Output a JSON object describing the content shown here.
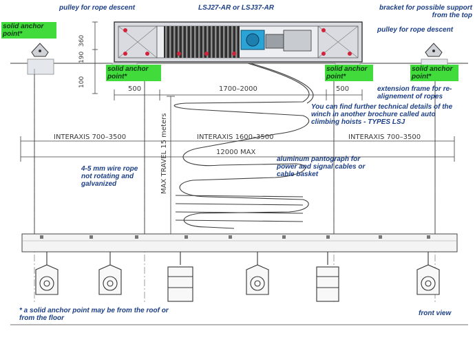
{
  "labels": {
    "pulley_left": "pulley for rope descent",
    "model": "LSJ27-AR or LSJ37-AR",
    "bracket": "bracket for possible support from the top",
    "pulley_right": "pulley for rope descent",
    "extension_frame": "extension frame for re-alignement of ropes",
    "technical_details": "You can find further technical details of the winch in another brochure called auto climbing hoists - TYPES LSJ",
    "wire_rope": "4-5 mm wire rope not rotating and galvanized",
    "pantograph": "aluminum pantograph for power and signal cables or cable basket",
    "footnote": "* a solid anchor point may be from the roof or from the floor",
    "front_view": "front view"
  },
  "anchors": {
    "a1": "solid anchor point*",
    "a2": "solid anchor point*",
    "a3": "solid anchor point*",
    "a4": "solid anchor point*"
  },
  "dimensions": {
    "d360": "360",
    "d190": "190",
    "d100": "100",
    "d500": "500",
    "d1700": "1700–2000",
    "d500b": "500",
    "interaxis_left": "INTERAXIS 700–3500",
    "interaxis_mid": "INTERAXIS 1600–3500",
    "interaxis_right": "INTERAXIS 700–3500",
    "max_length": "12000 MAX",
    "max_travel": "MAX TRAVEL 15 meters"
  },
  "colors": {
    "line": "#3c3c3c",
    "anchor_green": "#41dc3c",
    "label_blue": "#1c3f86",
    "frame_fill": "#d9dbe0",
    "motor_blue": "#2aa3d6",
    "pulley_red": "#d2233a"
  }
}
